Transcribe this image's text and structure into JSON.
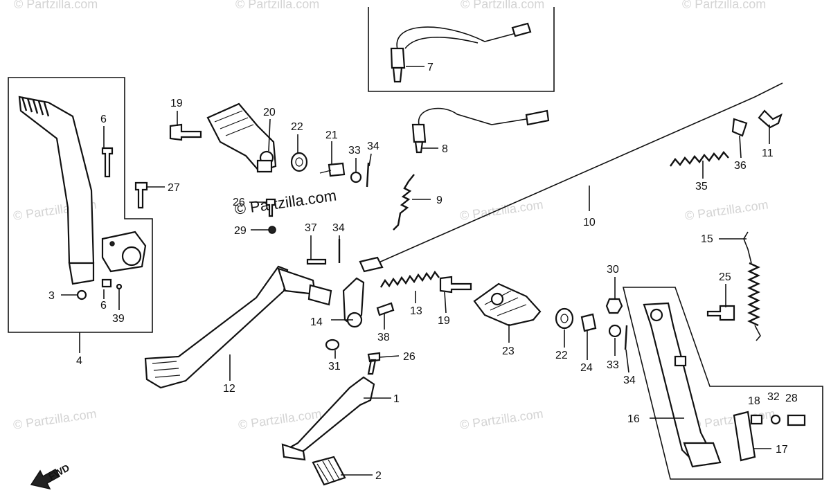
{
  "watermark": "© Partzilla.com",
  "center_watermark": "© Partzilla.com",
  "fwd_label": "FWD",
  "callouts": {
    "c1": "1",
    "c2": "2",
    "c3": "3",
    "c4": "4",
    "c6a": "6",
    "c6b": "6",
    "c7": "7",
    "c8": "8",
    "c9": "9",
    "c10": "10",
    "c11": "11",
    "c12": "12",
    "c13": "13",
    "c14": "14",
    "c15": "15",
    "c16": "16",
    "c17": "17",
    "c18": "18",
    "c19a": "19",
    "c19b": "19",
    "c20": "20",
    "c21": "21",
    "c22a": "22",
    "c22b": "22",
    "c23": "23",
    "c24": "24",
    "c25": "25",
    "c26a": "26",
    "c26b": "26",
    "c27": "27",
    "c28": "28",
    "c29": "29",
    "c30": "30",
    "c31": "31",
    "c32": "32",
    "c33a": "33",
    "c33b": "33",
    "c34a": "34",
    "c34b": "34",
    "c34c": "34",
    "c35": "35",
    "c36": "36",
    "c37": "37",
    "c38": "38",
    "c39": "39"
  }
}
